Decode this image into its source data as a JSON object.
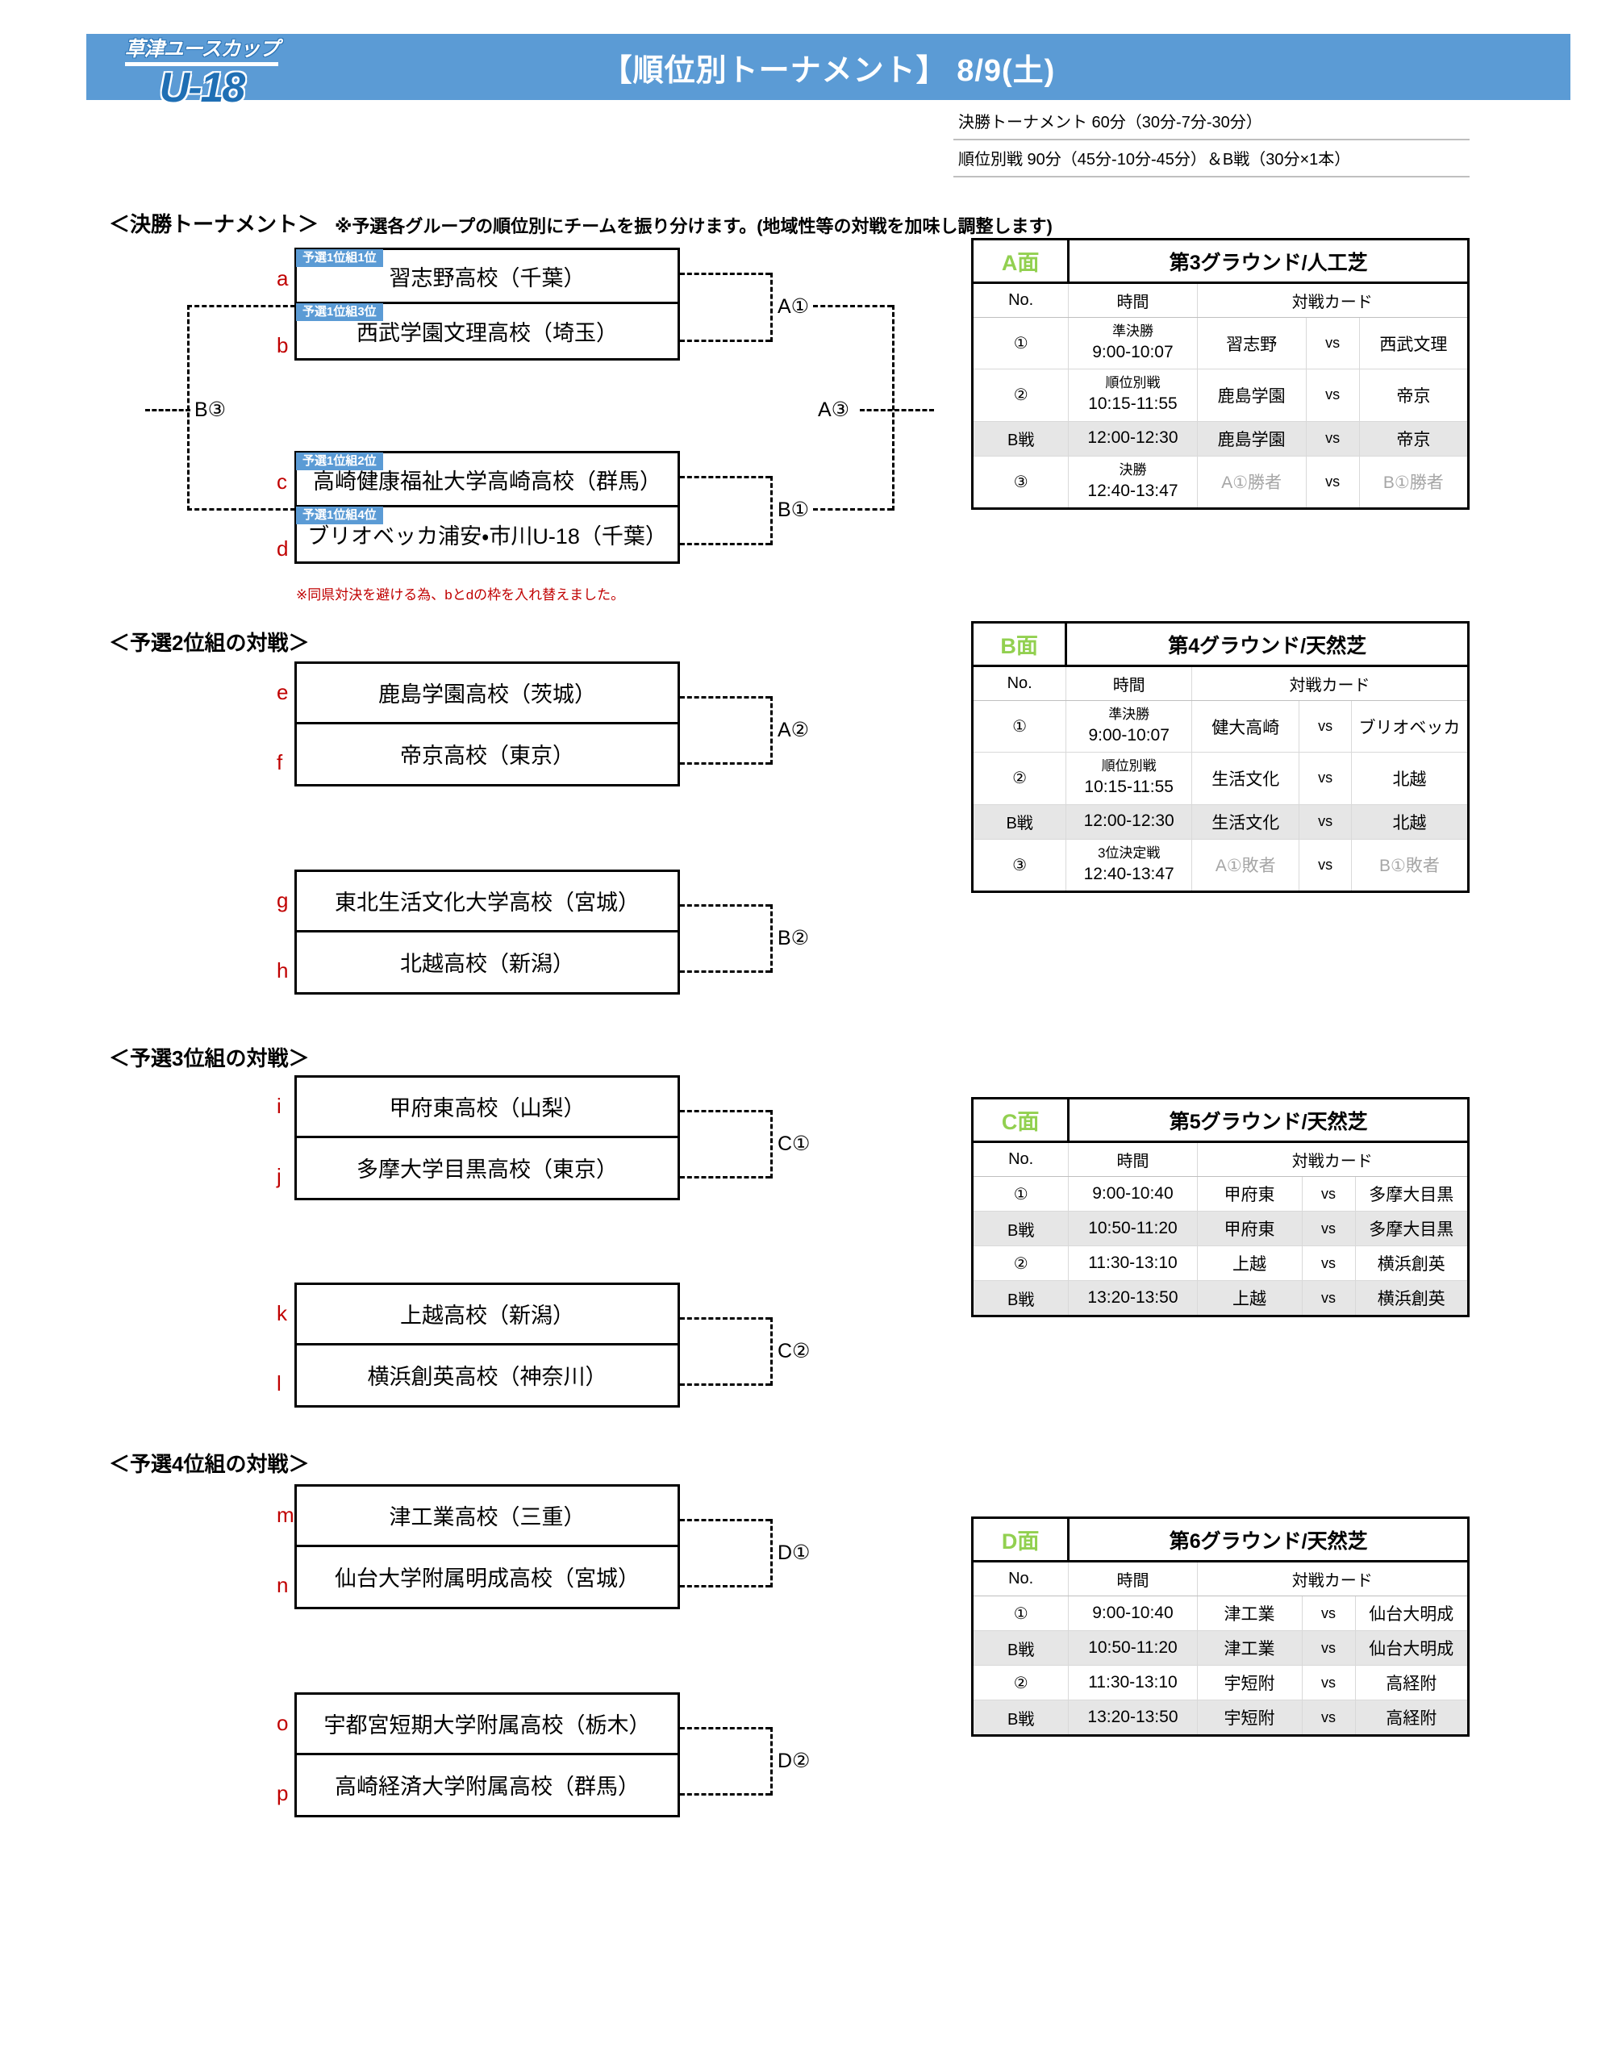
{
  "header": {
    "logo_top": "草津ユースカップ",
    "logo_bottom": "U-18",
    "title": "【順位別トーナメント】 8/9(土)"
  },
  "durations": [
    "決勝トーナメント  60分（30分-7分-30分）",
    "順位別戦  90分（45分-10分-45分）＆B戦（30分×1本）"
  ],
  "sections": {
    "final": {
      "label": "＜決勝トーナメント＞",
      "note": "※予選各グループの順位別にチームを振り分けます。(地域性等の対戦を加味し調整します)",
      "red_note": "※同県対決を避ける為、bとdの枠を入れ替えました。",
      "slots": [
        {
          "letter": "a",
          "seed": "予選1位組1位",
          "team": "習志野高校（千葉）"
        },
        {
          "letter": "b",
          "seed": "予選1位組3位",
          "team": "西武学園文理高校（埼玉）"
        },
        {
          "letter": "c",
          "seed": "予選1位組2位",
          "team": "高崎健康福祉大学高崎高校（群馬）"
        },
        {
          "letter": "d",
          "seed": "予選1位組4位",
          "team": "ブリオベッカ浦安・市川U-18（千葉）"
        }
      ],
      "connectors": {
        "top": "A①",
        "bottom": "B①",
        "right": "A③",
        "left": "B③"
      }
    },
    "second": {
      "label": "＜予選2位組の対戦＞",
      "slots": [
        {
          "letter": "e",
          "team": "鹿島学園高校（茨城）"
        },
        {
          "letter": "f",
          "team": "帝京高校（東京）"
        },
        {
          "letter": "g",
          "team": "東北生活文化大学高校（宮城）"
        },
        {
          "letter": "h",
          "team": "北越高校（新潟）"
        }
      ],
      "connectors": {
        "top": "A②",
        "bottom": "B②"
      }
    },
    "third": {
      "label": "＜予選3位組の対戦＞",
      "slots": [
        {
          "letter": "i",
          "team": "甲府東高校（山梨）"
        },
        {
          "letter": "j",
          "team": "多摩大学目黒高校（東京）"
        },
        {
          "letter": "k",
          "team": "上越高校（新潟）"
        },
        {
          "letter": "l",
          "team": "横浜創英高校（神奈川）"
        }
      ],
      "connectors": {
        "top": "C①",
        "bottom": "C②"
      }
    },
    "fourth": {
      "label": "＜予選4位組の対戦＞",
      "slots": [
        {
          "letter": "m",
          "team": "津工業高校（三重）"
        },
        {
          "letter": "n",
          "team": "仙台大学附属明成高校（宮城）"
        },
        {
          "letter": "o",
          "team": "宇都宮短期大学附属高校（栃木）"
        },
        {
          "letter": "p",
          "team": "高崎経済大学附属高校（群馬）"
        }
      ],
      "connectors": {
        "top": "D①",
        "bottom": "D②"
      }
    }
  },
  "schedule_headers": {
    "no": "No.",
    "time": "時間",
    "card": "対戦カード",
    "vs": "vs"
  },
  "schedules": [
    {
      "side": "A面",
      "ground": "第3グラウンド/人工芝",
      "rows": [
        {
          "no": "①",
          "round": "準決勝",
          "time": "9:00-10:07",
          "team1": "習志野",
          "team2": "西武文理",
          "shaded": false,
          "muted": false
        },
        {
          "no": "②",
          "round": "順位別戦",
          "time": "10:15-11:55",
          "team1": "鹿島学園",
          "team2": "帝京",
          "shaded": false,
          "muted": false
        },
        {
          "no": "B戦",
          "round": "",
          "time": "12:00-12:30",
          "team1": "鹿島学園",
          "team2": "帝京",
          "shaded": true,
          "muted": false
        },
        {
          "no": "③",
          "round": "決勝",
          "time": "12:40-13:47",
          "team1": "A①勝者",
          "team2": "B①勝者",
          "shaded": false,
          "muted": true
        }
      ]
    },
    {
      "side": "B面",
      "ground": "第4グラウンド/天然芝",
      "rows": [
        {
          "no": "①",
          "round": "準決勝",
          "time": "9:00-10:07",
          "team1": "健大高崎",
          "team2": "ブリオベッカ",
          "shaded": false,
          "muted": false
        },
        {
          "no": "②",
          "round": "順位別戦",
          "time": "10:15-11:55",
          "team1": "生活文化",
          "team2": "北越",
          "shaded": false,
          "muted": false
        },
        {
          "no": "B戦",
          "round": "",
          "time": "12:00-12:30",
          "team1": "生活文化",
          "team2": "北越",
          "shaded": true,
          "muted": false
        },
        {
          "no": "③",
          "round": "3位決定戦",
          "time": "12:40-13:47",
          "team1": "A①敗者",
          "team2": "B①敗者",
          "shaded": false,
          "muted": true
        }
      ]
    },
    {
      "side": "C面",
      "ground": "第5グラウンド/天然芝",
      "rows": [
        {
          "no": "①",
          "round": "",
          "time": "9:00-10:40",
          "team1": "甲府東",
          "team2": "多摩大目黒",
          "shaded": false,
          "muted": false
        },
        {
          "no": "B戦",
          "round": "",
          "time": "10:50-11:20",
          "team1": "甲府東",
          "team2": "多摩大目黒",
          "shaded": true,
          "muted": false
        },
        {
          "no": "②",
          "round": "",
          "time": "11:30-13:10",
          "team1": "上越",
          "team2": "横浜創英",
          "shaded": false,
          "muted": false
        },
        {
          "no": "B戦",
          "round": "",
          "time": "13:20-13:50",
          "team1": "上越",
          "team2": "横浜創英",
          "shaded": true,
          "muted": false
        }
      ]
    },
    {
      "side": "D面",
      "ground": "第6グラウンド/天然芝",
      "rows": [
        {
          "no": "①",
          "round": "",
          "time": "9:00-10:40",
          "team1": "津工業",
          "team2": "仙台大明成",
          "shaded": false,
          "muted": false
        },
        {
          "no": "B戦",
          "round": "",
          "time": "10:50-11:20",
          "team1": "津工業",
          "team2": "仙台大明成",
          "shaded": true,
          "muted": false
        },
        {
          "no": "②",
          "round": "",
          "time": "11:30-13:10",
          "team1": "宇短附",
          "team2": "高経附",
          "shaded": false,
          "muted": false
        },
        {
          "no": "B戦",
          "round": "",
          "time": "13:20-13:50",
          "team1": "宇短附",
          "team2": "高経附",
          "shaded": true,
          "muted": false
        }
      ]
    }
  ]
}
